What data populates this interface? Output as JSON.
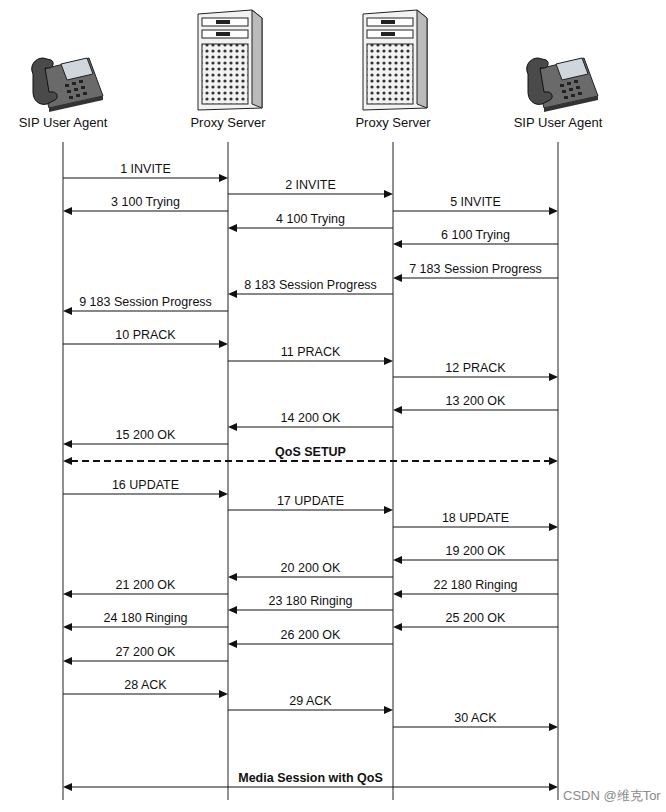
{
  "diagram": {
    "nodes": [
      {
        "text": [
          "SIP User Agent"
        ]
      },
      {
        "text": [
          "Proxy Server"
        ]
      },
      {
        "text": [
          "Proxy Server"
        ]
      },
      {
        "text": [
          "SIP User Agent"
        ]
      }
    ],
    "edges": [
      {
        "from": 0,
        "to": 1,
        "label": "1 INVITE",
        "arrow": "to"
      },
      {
        "from": 1,
        "to": 2,
        "label": "2 INVITE",
        "arrow": "to"
      },
      {
        "from": 1,
        "to": 0,
        "label": "3 100 Trying",
        "arrow": "to"
      },
      {
        "from": 2,
        "to": 1,
        "label": "4 100 Trying",
        "arrow": "to"
      },
      {
        "from": 2,
        "to": 3,
        "label": "5 INVITE",
        "arrow": "to"
      },
      {
        "from": 3,
        "to": 2,
        "label": "6 100 Trying",
        "arrow": "to"
      },
      {
        "from": 3,
        "to": 2,
        "label": "7 183 Session Progress",
        "arrow": "to"
      },
      {
        "from": 2,
        "to": 1,
        "label": "8 183 Session Progress",
        "arrow": "to"
      },
      {
        "from": 1,
        "to": 0,
        "label": "9 183 Session Progress",
        "arrow": "to"
      },
      {
        "from": 0,
        "to": 1,
        "label": "10 PRACK",
        "arrow": "to"
      },
      {
        "from": 1,
        "to": 2,
        "label": "11 PRACK",
        "arrow": "to"
      },
      {
        "from": 2,
        "to": 3,
        "label": "12 PRACK",
        "arrow": "to"
      },
      {
        "from": 3,
        "to": 2,
        "label": "13 200 OK",
        "arrow": "to"
      },
      {
        "from": 2,
        "to": 1,
        "label": "14 200 OK",
        "arrow": "to"
      },
      {
        "from": 1,
        "to": 0,
        "label": "15 200 OK",
        "arrow": "to"
      },
      {
        "from": 0,
        "to": 3,
        "label": "QoS SETUP",
        "arrow": "both"
      },
      {
        "from": 0,
        "to": 1,
        "label": "16 UPDATE",
        "arrow": "to"
      },
      {
        "from": 1,
        "to": 2,
        "label": "17 UPDATE",
        "arrow": "to"
      },
      {
        "from": 2,
        "to": 3,
        "label": "18 UPDATE",
        "arrow": "to"
      },
      {
        "from": 3,
        "to": 2,
        "label": "19 200 OK",
        "arrow": "to"
      },
      {
        "from": 2,
        "to": 1,
        "label": "20 200 OK",
        "arrow": "to"
      },
      {
        "from": 1,
        "to": 0,
        "label": "21 200 OK",
        "arrow": "to"
      },
      {
        "from": 3,
        "to": 2,
        "label": "22 180 Ringing",
        "arrow": "to"
      },
      {
        "from": 2,
        "to": 1,
        "label": "23 180 Ringing",
        "arrow": "to"
      },
      {
        "from": 1,
        "to": 0,
        "label": "24 180 Ringing",
        "arrow": "to"
      },
      {
        "from": 3,
        "to": 2,
        "label": "25 200 OK",
        "arrow": "to"
      },
      {
        "from": 2,
        "to": 1,
        "label": "26 200 OK",
        "arrow": "to"
      },
      {
        "from": 1,
        "to": 0,
        "label": "27 200 OK",
        "arrow": "to"
      },
      {
        "from": 0,
        "to": 1,
        "label": "28 ACK",
        "arrow": "to"
      },
      {
        "from": 1,
        "to": 2,
        "label": "29 ACK",
        "arrow": "to"
      },
      {
        "from": 2,
        "to": 3,
        "label": "30 ACK",
        "arrow": "to"
      },
      {
        "from": 0,
        "to": 3,
        "label": "Media Session with QoS",
        "arrow": "both"
      }
    ],
    "labels": [
      "CSDN @维克Tor"
    ]
  }
}
